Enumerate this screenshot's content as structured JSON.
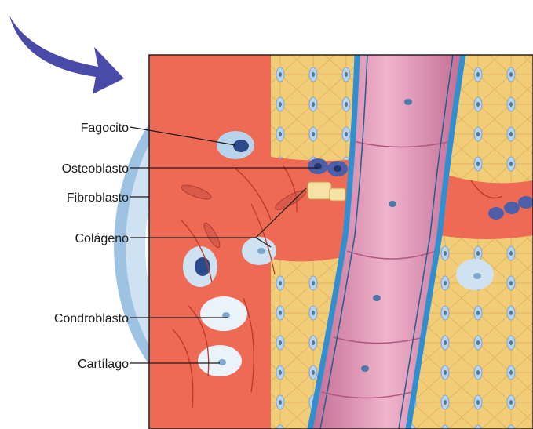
{
  "labels": {
    "fagocito": "Fagocito",
    "osteoblasto": "Osteoblasto",
    "fibroblasto": "Fibroblasto",
    "colageno": "Colágeno",
    "condroblasto": "Condroblasto",
    "cartilago": "Cartílago"
  },
  "colors": {
    "arrow": "#4a4aa8",
    "frame": "#222222",
    "cartilage_ring": "#bcd6ea",
    "cartilage_dots": "#2f4f7a",
    "connective_tissue": "#ee6a55",
    "bone_matrix": "#f2cd78",
    "bone_lines": "#d7a24f",
    "vessel": "#d98aa8",
    "vessel_wall": "#2f8fd0",
    "cells": "#8fb9dc"
  }
}
